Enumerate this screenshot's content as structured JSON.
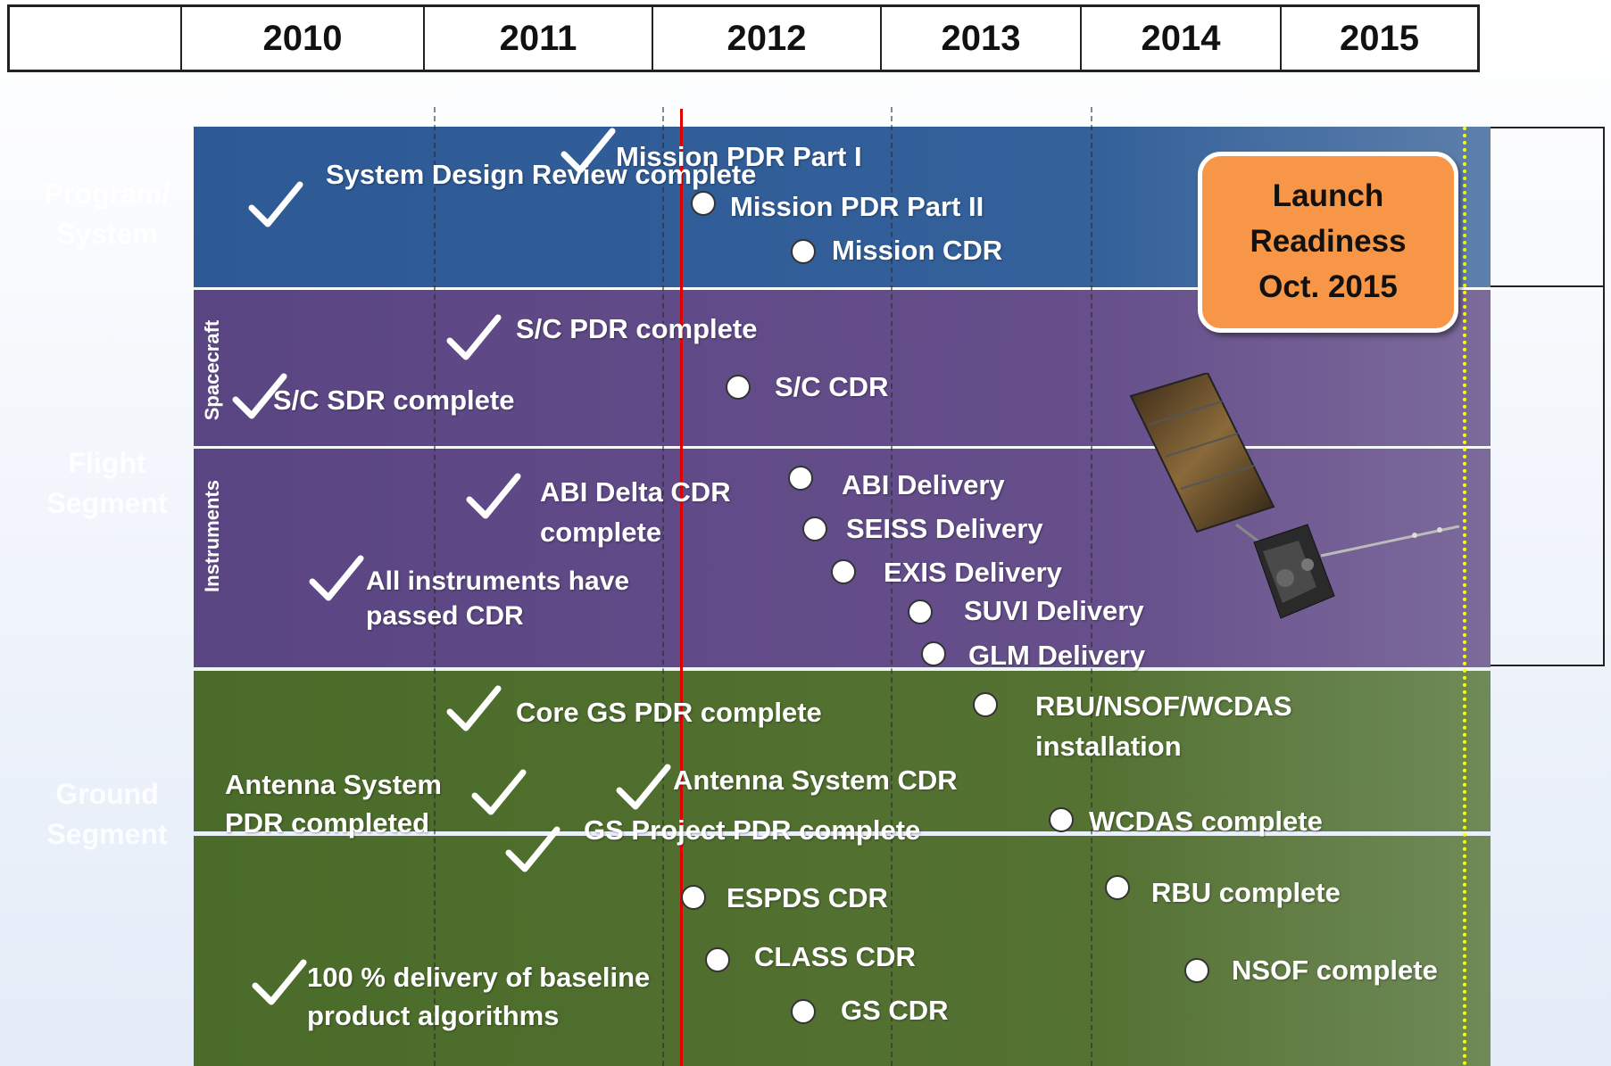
{
  "timeline": {
    "header_corner": "",
    "years": [
      "2010",
      "2011",
      "2012",
      "2013",
      "2014",
      "2015"
    ]
  },
  "rows": {
    "program_system": "Program/ System",
    "flight_segment": "Flight Segment",
    "ground_segment": "Ground Segment",
    "spacecraft": "Spacecraft",
    "instruments": "Instruments"
  },
  "milestones": {
    "system_design_review": "System Design Review complete",
    "mission_pdr_1": "Mission PDR Part I",
    "mission_pdr_2": "Mission PDR Part II",
    "mission_cdr": "Mission CDR",
    "sc_pdr": "S/C PDR complete",
    "sc_sdr": "S/C SDR complete",
    "sc_cdr": "S/C CDR",
    "abi_delta_cdr": "ABI Delta CDR complete",
    "all_instruments": "All instruments have passed CDR",
    "abi_delivery": "ABI Delivery",
    "seiss_delivery": "SEISS Delivery",
    "exis_delivery": "EXIS Delivery",
    "suvi_delivery": "SUVI Delivery",
    "glm_delivery": "GLM Delivery",
    "core_gs_pdr": "Core GS PDR complete",
    "rbu_nsof_wcdas": "RBU/NSOF/WCDAS installation",
    "antenna_pdr": "Antenna System PDR completed",
    "antenna_cdr": "Antenna System CDR",
    "gs_project_pdr": "GS Project PDR  complete",
    "wcdas_complete": "WCDAS complete",
    "espds_cdr": "ESPDS CDR",
    "rbu_complete": "RBU complete",
    "class_cdr": "CLASS CDR",
    "nsof_complete": "NSOF complete",
    "gs_cdr": "GS CDR",
    "algorithms": "100 % delivery of baseline product algorithms"
  },
  "launch": {
    "line1": "Launch",
    "line2": "Readiness",
    "line3": "Oct. 2015"
  },
  "colors": {
    "program_band": "#2f5c97",
    "flight_band": "#5e4a86",
    "ground_band": "#4f6d2e",
    "launch_box": "#f79646",
    "today_line": "#e00000",
    "launch_line": "#ffff00"
  }
}
